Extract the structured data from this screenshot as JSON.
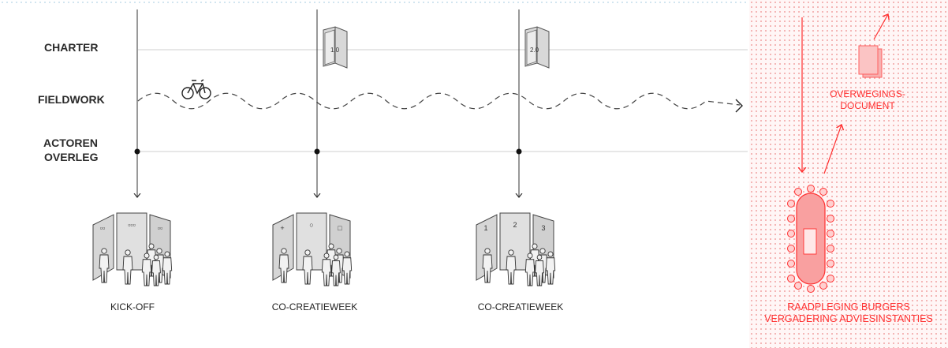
{
  "rows": {
    "charter": "CHARTER",
    "fieldwork": "FIELDWORK",
    "actoren_line1": "ACTOREN",
    "actoren_line2": "OVERLEG"
  },
  "books": {
    "v1": "1.0",
    "v2": "2.0"
  },
  "panels": {
    "kickoff": {
      "caption": "KICK-OFF",
      "signs": [
        "▫▫",
        "▫▫▫",
        "▫▫"
      ]
    },
    "cocreatie1": {
      "caption": "CO-CREATIEWEEK",
      "signs": [
        "+",
        "○",
        "□"
      ]
    },
    "cocreatie2": {
      "caption": "CO-CREATIEWEEK",
      "signs": [
        "1",
        "2",
        "3"
      ]
    }
  },
  "outcome": {
    "document_line1": "OVERWEGINGS-",
    "document_line2": "DOCUMENT",
    "meeting_line1": "RAADPLEGING BURGERS",
    "meeting_line2": "VERGADERING ADVIESINSTANTIES"
  },
  "colors": {
    "accent": "#ff3030",
    "line": "#333333",
    "grid": "#cccccc"
  }
}
